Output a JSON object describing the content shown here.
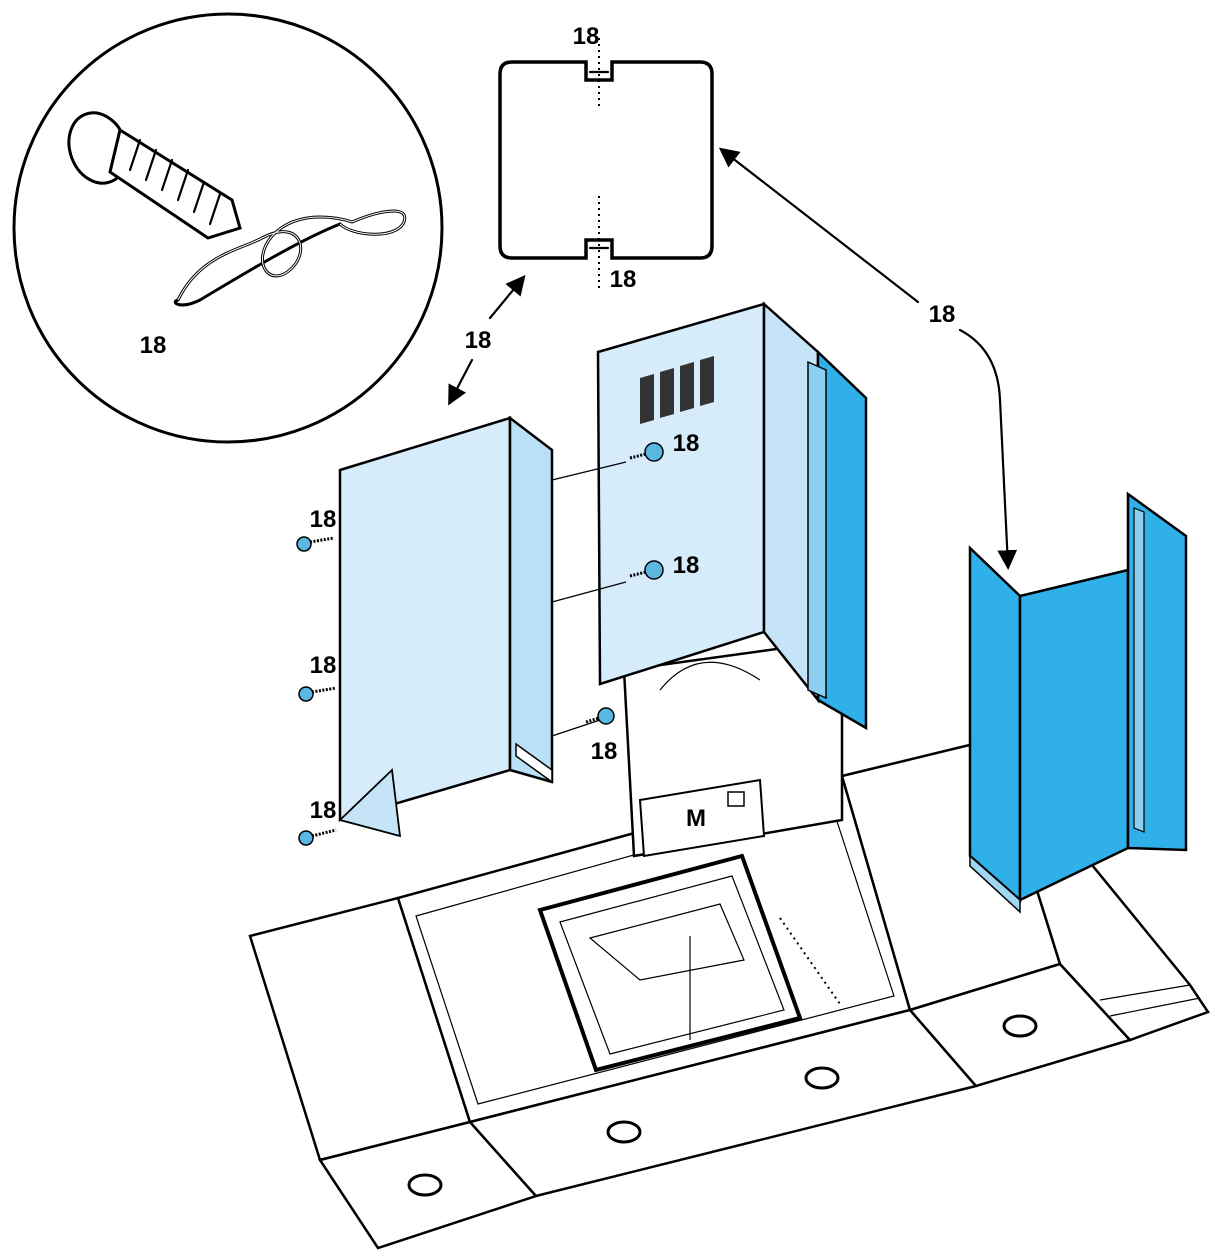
{
  "labels": {
    "circle_detail": "18",
    "cross_top": "18",
    "cross_bottom": "18",
    "arrow_left": "18",
    "arrow_right": "18",
    "screw_upper": "18",
    "screw_middle": "18",
    "screw_lower": "18",
    "left_panel_top": "18",
    "left_panel_middle": "18",
    "left_panel_bottom": "18",
    "motor": "M"
  },
  "colors": {
    "panel_light": "#d7ecfb",
    "panel_mid": "#b9e0f7",
    "panel_dark": "#2fb0e8",
    "line": "#000000",
    "screw_head": "#5ab7e0"
  },
  "icons": [
    "screw-icon",
    "spring-clip-icon"
  ]
}
